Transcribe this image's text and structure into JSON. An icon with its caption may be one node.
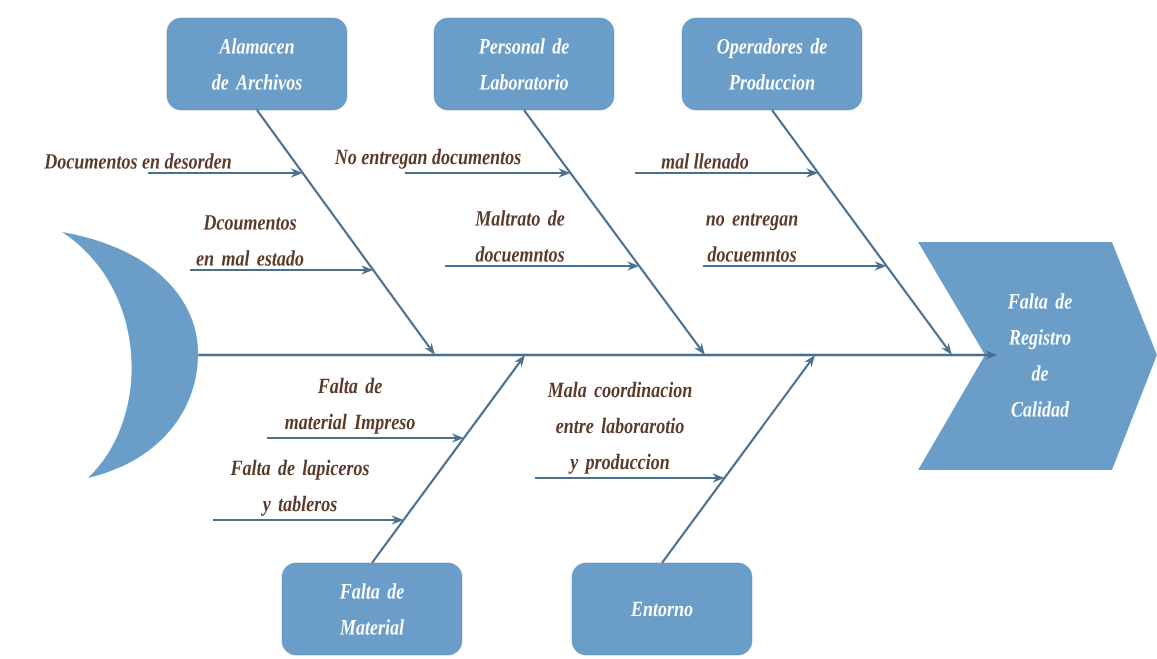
{
  "diagram": {
    "nodes": [
      {
        "text": [
          "Falta de Registro de Calidad"
        ]
      },
      {
        "text": [],
        "shape": "crescent"
      },
      {
        "text": [
          "Alamacen de Archivos"
        ]
      },
      {
        "text": [
          "Personal de Laboratorio"
        ]
      },
      {
        "text": [
          "Operadores de Produccion"
        ]
      },
      {
        "text": [
          "Falta de Material"
        ]
      },
      {
        "text": [
          "Entorno"
        ]
      },
      {
        "text": [
          "Documentos en desorden"
        ]
      },
      {
        "text": [
          "No entregan documentos"
        ]
      },
      {
        "text": [
          "mal llenado"
        ]
      },
      {
        "text": [
          "Dcoumentos en mal estado"
        ]
      },
      {
        "text": [
          "Maltrato de docuemntos"
        ]
      },
      {
        "text": [
          "no entregan docuemntos"
        ]
      },
      {
        "text": [
          "Falta de material Impreso"
        ]
      },
      {
        "text": [
          "Falta de lapiceros y tableros"
        ]
      },
      {
        "text": [
          "Mala coordinacion entre laborarotio y produccion"
        ]
      }
    ],
    "edges": [
      {
        "from": 1,
        "to": 0,
        "arrow": "to"
      },
      {
        "from": 2,
        "to": null,
        "arrow": "to"
      },
      {
        "from": 3,
        "to": null,
        "arrow": "to"
      },
      {
        "from": 4,
        "to": null,
        "arrow": "to"
      },
      {
        "from": 5,
        "to": null,
        "arrow": "to"
      },
      {
        "from": 6,
        "to": null,
        "arrow": "to"
      },
      {
        "from": 7,
        "to": null,
        "arrow": "to"
      },
      {
        "from": 8,
        "to": null,
        "arrow": "to"
      },
      {
        "from": 9,
        "to": null,
        "arrow": "to"
      },
      {
        "from": 10,
        "to": null,
        "arrow": "to"
      },
      {
        "from": 11,
        "to": null,
        "arrow": "to"
      },
      {
        "from": 12,
        "to": null,
        "arrow": "to"
      },
      {
        "from": 13,
        "to": null,
        "arrow": "to"
      },
      {
        "from": 14,
        "to": null,
        "arrow": "to"
      },
      {
        "from": 15,
        "to": null,
        "arrow": "to"
      }
    ]
  }
}
